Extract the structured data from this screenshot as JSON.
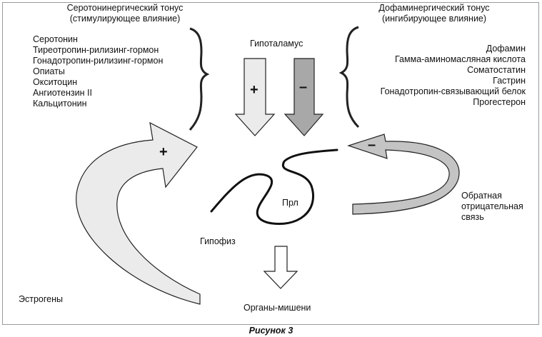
{
  "left_header": {
    "line1": "Серотонинергический тонус",
    "line2": "(стимулирующее влияние)"
  },
  "right_header": {
    "line1": "Дофаминергический тонус",
    "line2": "(ингибирующее влияние)"
  },
  "stimulators": [
    "Серотонин",
    "Тиреотропин-рилизинг-гормон",
    "Гонадотропин-рилизинг-гормон",
    "Опиаты",
    "Окситоцин",
    "Ангиотензин II",
    "Кальцитонин"
  ],
  "inhibitors": [
    "Дофамин",
    "Гамма-аминомасляная кислота",
    "Соматостатин",
    "Гастрин",
    "Гонадотропин-связывающий белок",
    "Прогестерон"
  ],
  "labels": {
    "hypothalamus": "Гипоталамус",
    "prl": "Прл",
    "pituitary": "Гипофиз",
    "targets": "Органы-мишени",
    "estrogens": "Эстрогены",
    "feedback_line1": "Обратная",
    "feedback_line2": "отрицательная",
    "feedback_line3": "связь",
    "plus": "+",
    "minus": "–"
  },
  "caption": "Рисунок 3",
  "colors": {
    "stim_arrow": "#ebebeb",
    "inhib_arrow": "#a8a8a8",
    "feedback_arrow": "#c4c4c4",
    "outline": "#222222"
  }
}
